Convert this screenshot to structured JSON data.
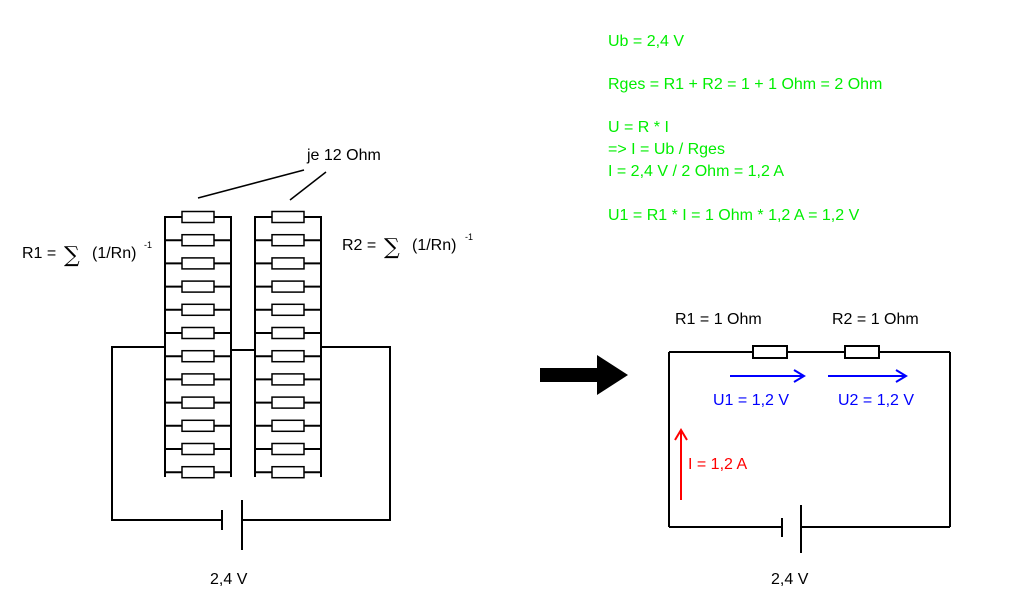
{
  "colors": {
    "ink": "#000000",
    "formula": "#00ee00",
    "voltage": "#0000ff",
    "current": "#ff0000"
  },
  "left_circuit": {
    "resistor_count_per_group": 12,
    "group_resistance_label": "je 12 Ohm",
    "r1_prefix": "R1 =",
    "r2_prefix": "R2 =",
    "sum_symbol": "∑",
    "sum_term": "(1/Rn)",
    "sum_exponent": "-1",
    "battery_label": "2,4 V"
  },
  "arrow": {
    "icon": "arrow-right-icon"
  },
  "formulas": {
    "line1": "Ub = 2,4 V",
    "line2": "Rges = R1 + R2 = 1 + 1 Ohm = 2 Ohm",
    "line3": "U = R * I",
    "line4": "=> I = Ub / Rges",
    "line5": "I = 2,4 V / 2 Ohm = 1,2 A",
    "line6": "U1 = R1 * I = 1 Ohm * 1,2 A = 1,2 V"
  },
  "right_circuit": {
    "r1_label": "R1 = 1 Ohm",
    "r2_label": "R2 = 1 Ohm",
    "u1_label": "U1 = 1,2 V",
    "u2_label": "U2 = 1,2 V",
    "current_label": "I = 1,2 A",
    "battery_label": "2,4 V"
  }
}
